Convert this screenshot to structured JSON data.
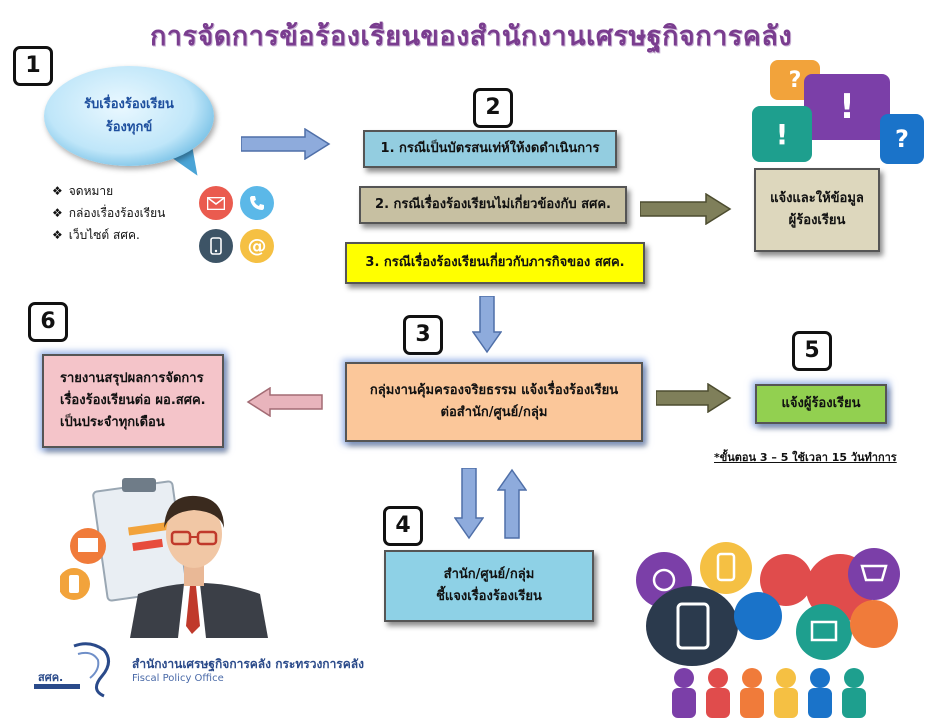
{
  "title": "การจัดการข้อร้องเรียนของสำนักงานเศรษฐกิจการคลัง",
  "steps": {
    "s1": "1",
    "s2": "2",
    "s3": "3",
    "s4": "4",
    "s5": "5",
    "s6": "6"
  },
  "receive": {
    "line1": "รับเรื่องร้องเรียน",
    "line2": "ร้องทุกข์",
    "channels": [
      "จดหมาย",
      "กล่องเรื่องร้องเรียน",
      "เว็บไซต์ สศค."
    ]
  },
  "cases": {
    "case1": "1. กรณีเป็นบัตรสนเท่ห์ให้งดดำเนินการ",
    "case2": "2. กรณีเรื่องร้องเรียนไม่เกี่ยวข้องกับ สศค.",
    "case3": "3. กรณีเรื่องร้องเรียนเกี่ยวกับภารกิจของ สศค."
  },
  "inform": {
    "line1": "แจ้งและให้ข้อมูล",
    "line2": "ผู้ร้องเรียน"
  },
  "ethics": {
    "line1": "กลุ่มงานคุ้มครองจริยธรรม แจ้งเรื่องร้องเรียน",
    "line2": "ต่อสำนัก/ศูนย์/กลุ่ม"
  },
  "notify": "แจ้งผู้ร้องเรียน",
  "report": {
    "line1": "รายงานสรุปผลการจัดการ",
    "line2": "เรื่องร้องเรียนต่อ ผอ.สศค.",
    "line3": "เป็นประจำทุกเดือน"
  },
  "office": {
    "line1": "สำนัก/ศูนย์/กลุ่ม",
    "line2": "ชี้แจงเรื่องร้องเรียน"
  },
  "note": "*ขั้นตอน 3 – 5 ใช้เวลา 15 วันทำการ",
  "footer": {
    "org_th": "สำนักงานเศรษฐกิจการคลัง กระทรวงการคลัง",
    "org_en": "Fiscal Policy Office",
    "logo_text": "สศค."
  },
  "colors": {
    "case1": "#93cde0",
    "case2": "#c7c0a2",
    "case3": "#ffff00",
    "inform": "#ddd7bd",
    "ethics": "#fbc79a",
    "notify": "#92d050",
    "report": "#f4c4c9",
    "office": "#8ed1e6",
    "arrow_blue": "#8eabdc",
    "arrow_olive": "#7f7f5a",
    "arrow_pink": "#e8b4bc"
  }
}
